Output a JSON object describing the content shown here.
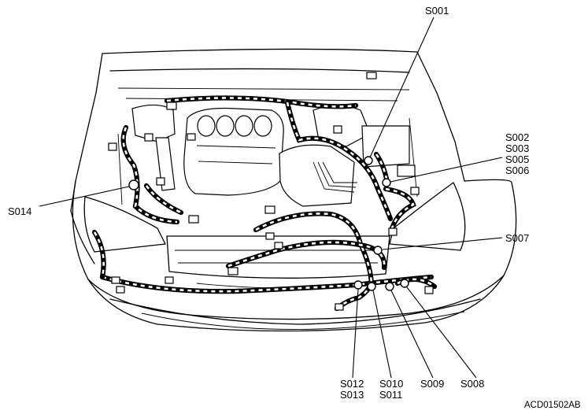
{
  "figure_code": "ACD01502AB",
  "splice_labels": {
    "s001": "S001",
    "s002": "S002",
    "s003": "S003",
    "s005": "S005",
    "s006": "S006",
    "s007": "S007",
    "s008": "S008",
    "s009": "S009",
    "s010": "S010",
    "s011": "S011",
    "s012": "S012",
    "s013": "S013",
    "s014": "S014"
  }
}
